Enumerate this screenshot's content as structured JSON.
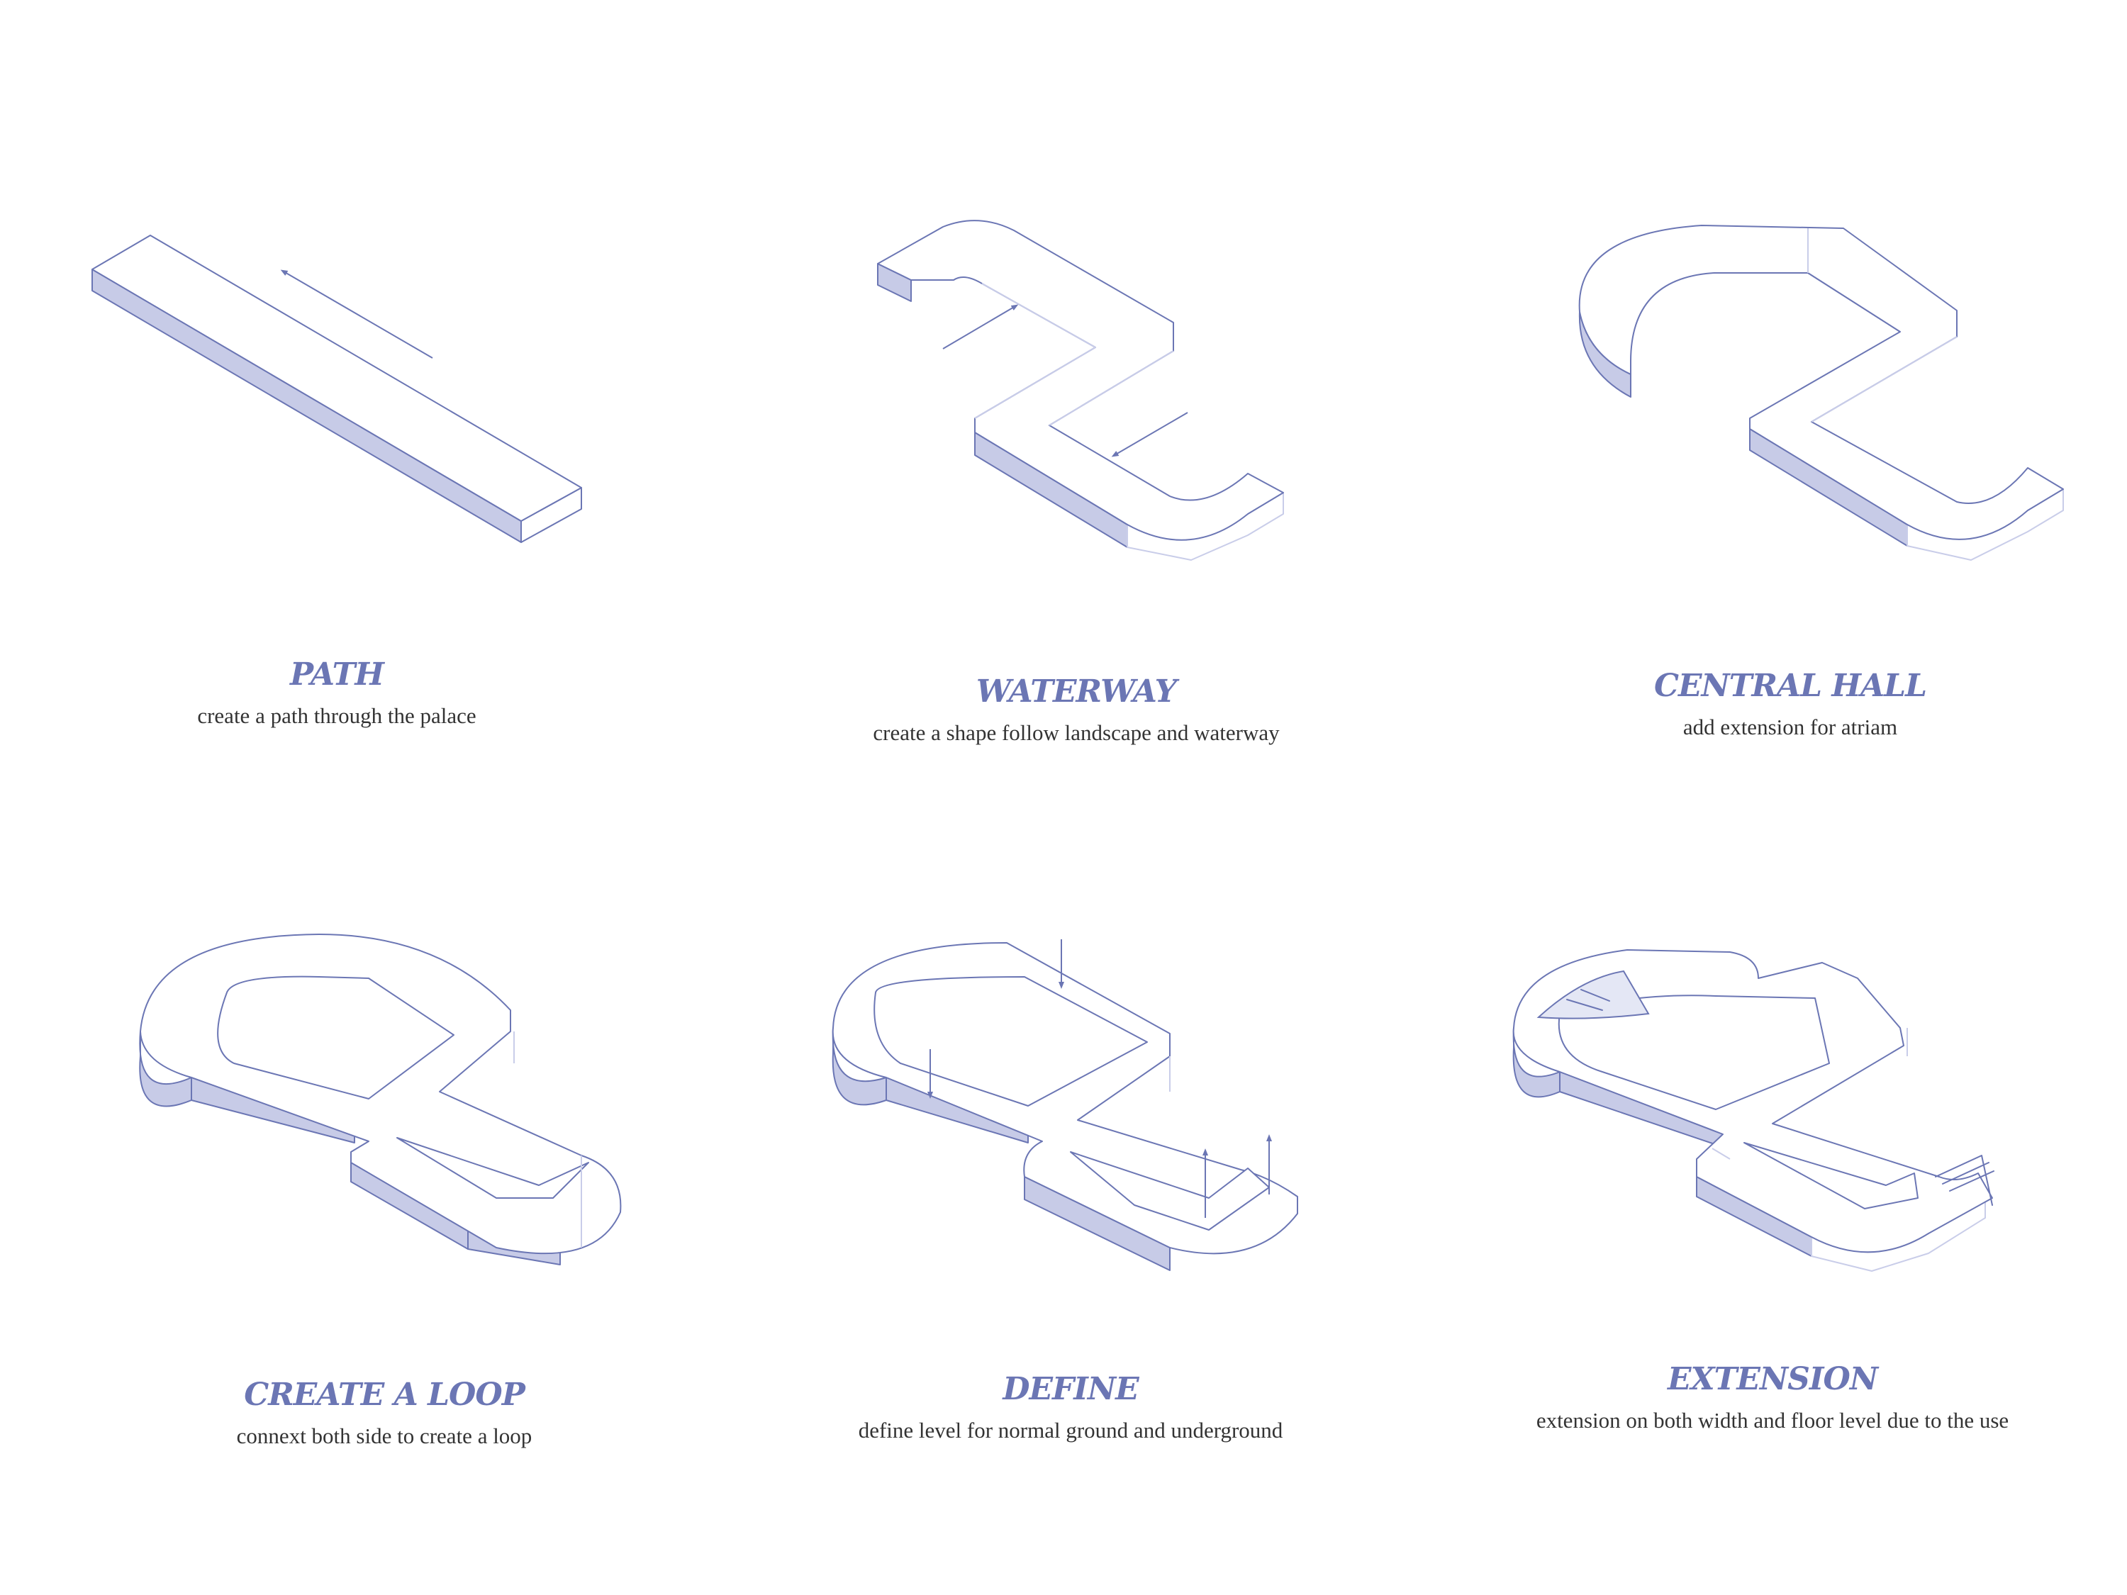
{
  "panels": [
    {
      "title": "PATH",
      "desc": "create a path through the palace"
    },
    {
      "title": "WATERWAY",
      "desc": "create a shape follow landscape and waterway"
    },
    {
      "title": "CENTRAL HALL",
      "desc": "add extension for atriam"
    },
    {
      "title": "CREATE A LOOP",
      "desc": "connext both side to create a loop"
    },
    {
      "title": "DEFINE",
      "desc": "define level for normal ground and underground"
    },
    {
      "title": "EXTENSION",
      "desc": "extension on both width and floor level due to the use"
    }
  ],
  "colors": {
    "accent": "#6b76b4",
    "band_fill": "#c7cbe7",
    "text": "#333333",
    "background": "#ffffff"
  }
}
